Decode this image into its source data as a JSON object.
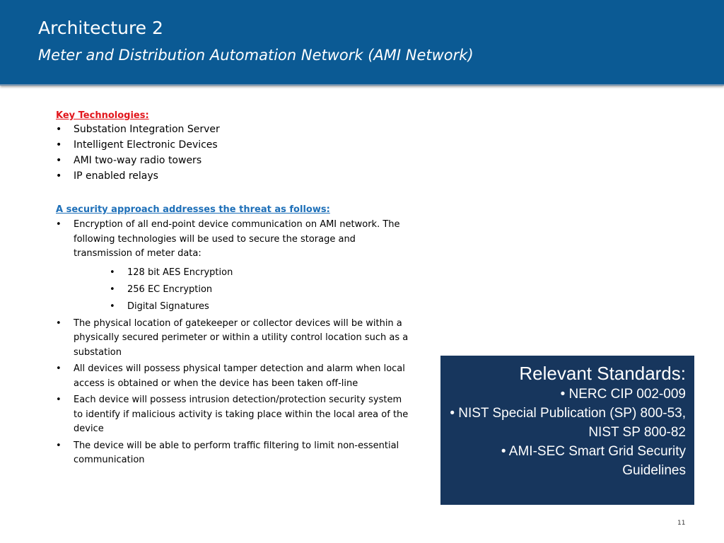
{
  "header": {
    "title": "Architecture 2",
    "subtitle": "Meter and Distribution Automation Network (AMI Network)"
  },
  "key_technologies": {
    "heading": "Key Technologies:",
    "items": [
      "Substation Integration Server",
      "Intelligent Electronic Devices",
      "AMI two-way radio towers",
      "IP enabled relays"
    ]
  },
  "security": {
    "heading": "A security approach addresses the threat as follows:",
    "items": [
      {
        "text": "Encryption of all end-point device communication on AMI network. The following technologies will be used to secure the storage and transmission of meter data:",
        "subitems": [
          "128 bit AES Encryption",
          "256 EC Encryption",
          "Digital Signatures"
        ]
      },
      {
        "text": "The physical location of gatekeeper or collector devices will be within a physically secured perimeter or within a utility control location such as a substation"
      },
      {
        "text": "All devices will possess physical tamper detection and alarm when local access is obtained or when the device has been taken off-line"
      },
      {
        "text": "Each device will possess intrusion detection/protection security system to identify if malicious activity is taking place within the local area of the device"
      },
      {
        "text": "The device will be able to perform traffic filtering to limit non-essential communication"
      }
    ]
  },
  "standards": {
    "title": "Relevant Standards:",
    "items": [
      "• NERC CIP 002-009",
      "• NIST Special Publication (SP) 800-53,",
      "NIST SP 800-82",
      "• AMI-SEC Smart Grid Security Guidelines"
    ]
  },
  "page_number": "11",
  "colors": {
    "header_bg": "#0b5a94",
    "key_heading": "#e2161c",
    "security_heading": "#1d6fb8",
    "standards_bg": "#17365d"
  }
}
